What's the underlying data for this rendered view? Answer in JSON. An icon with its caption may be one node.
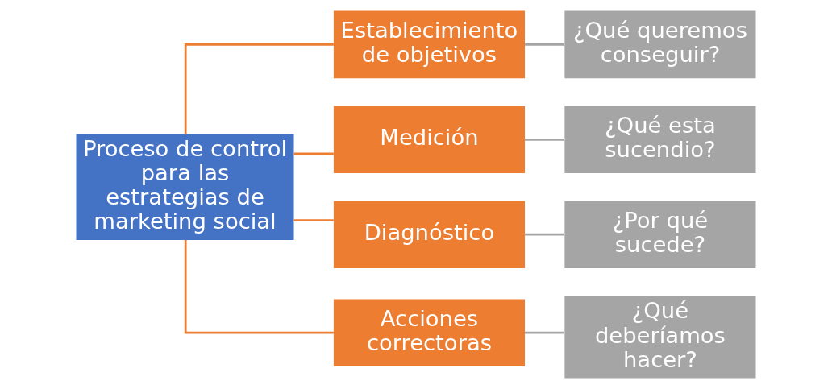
{
  "diagram": {
    "nodes": [
      {
        "text": [
          "Proceso de control para las estrategias de marketing social"
        ]
      },
      {
        "text": [
          "Establecimiento de objetivos"
        ]
      },
      {
        "text": [
          "Medición"
        ]
      },
      {
        "text": [
          "Diagnóstico"
        ]
      },
      {
        "text": [
          "Acciones correctoras"
        ]
      },
      {
        "text": [
          "¿Qué queremos conseguir?"
        ]
      },
      {
        "text": [
          "¿Qué esta sucendio?"
        ]
      },
      {
        "text": [
          "¿Por qué sucede?"
        ]
      },
      {
        "text": [
          "¿Qué deberíamos hacer?"
        ]
      }
    ],
    "edges": [
      {
        "from": 0,
        "to": 1,
        "arrow": "none"
      },
      {
        "from": 0,
        "to": 2,
        "arrow": "none"
      },
      {
        "from": 0,
        "to": 3,
        "arrow": "none"
      },
      {
        "from": 0,
        "to": 4,
        "arrow": "none"
      },
      {
        "from": 1,
        "to": 5,
        "arrow": "none",
        "color": "#a5a5a5"
      },
      {
        "from": 2,
        "to": 6,
        "arrow": "none",
        "color": "#a5a5a5"
      },
      {
        "from": 3,
        "to": 7,
        "arrow": "none",
        "color": "#a5a5a5"
      },
      {
        "from": 4,
        "to": 8,
        "arrow": "none",
        "color": "#a5a5a5"
      }
    ]
  }
}
